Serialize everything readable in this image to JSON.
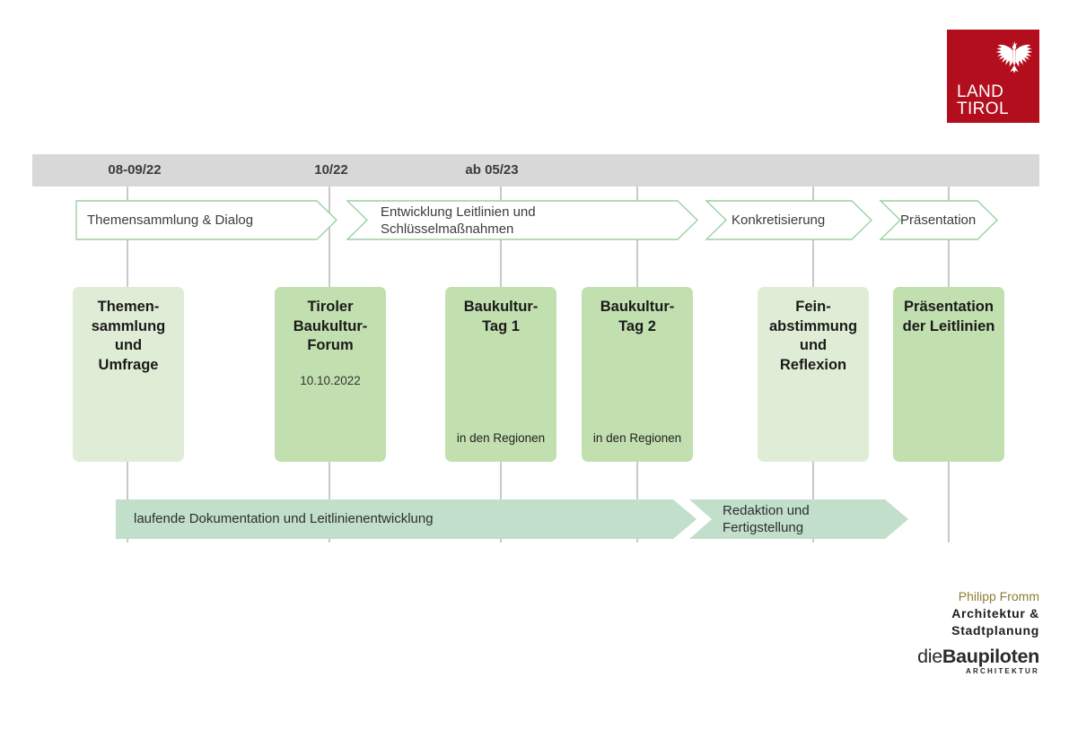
{
  "logo": {
    "line1": "LAND",
    "line2": "TIROL",
    "eagle_icon": "tirol-eagle"
  },
  "timeline_bar": {
    "dates": [
      {
        "label": "08-09/22"
      },
      {
        "label": "10/22"
      },
      {
        "label": "ab 05/23"
      }
    ]
  },
  "phases": [
    {
      "lines": [
        "Themensammlung & Dialog"
      ]
    },
    {
      "lines": [
        "Entwicklung Leitlinien und",
        "Schlüsselmaßnahmen"
      ]
    },
    {
      "lines": [
        "Konkretisierung"
      ]
    },
    {
      "lines": [
        "Präsentation"
      ]
    }
  ],
  "milestones": [
    {
      "title_lines": [
        "Themen-",
        "sammlung",
        "und",
        "Umfrage"
      ]
    },
    {
      "title_lines": [
        "Tiroler",
        "Baukultur-",
        "Forum"
      ],
      "date": "10.10.2022"
    },
    {
      "title_lines": [
        "Baukultur-",
        "Tag 1"
      ],
      "footnote": "in den Regionen"
    },
    {
      "title_lines": [
        "Baukultur-",
        "Tag 2"
      ],
      "footnote": "in den Regionen"
    },
    {
      "title_lines": [
        "Fein-",
        "abstimmung",
        "und",
        "Reflexion"
      ]
    },
    {
      "title_lines": [
        "Präsentation",
        "der Leitlinien"
      ]
    }
  ],
  "process_arrows": [
    {
      "lines": [
        "laufende Dokumentation und Leitlinienentwicklung"
      ]
    },
    {
      "lines": [
        "Redaktion und",
        "Fertigstellung"
      ]
    }
  ],
  "footer": {
    "author": "Philipp Fromm",
    "studio_lines": [
      "Architektur &",
      "Stadtplanung"
    ],
    "brand_prefix": "die",
    "brand_name": "Baupiloten",
    "brand_sub": "ARCHITEKTUR"
  },
  "colors": {
    "logo-red": "#b30e1e",
    "bar-gray": "#d8d8d8",
    "gridline": "#c9c9c9",
    "box-light": "#e0edd6",
    "box-medium": "#c2dfb0",
    "arrow-border": "#9cd1a4",
    "mint": "#c1dfcb",
    "title-dark": "#1a1a1a",
    "footer-olive": "#8b7d34",
    "footer-dark": "#2a2a28"
  }
}
